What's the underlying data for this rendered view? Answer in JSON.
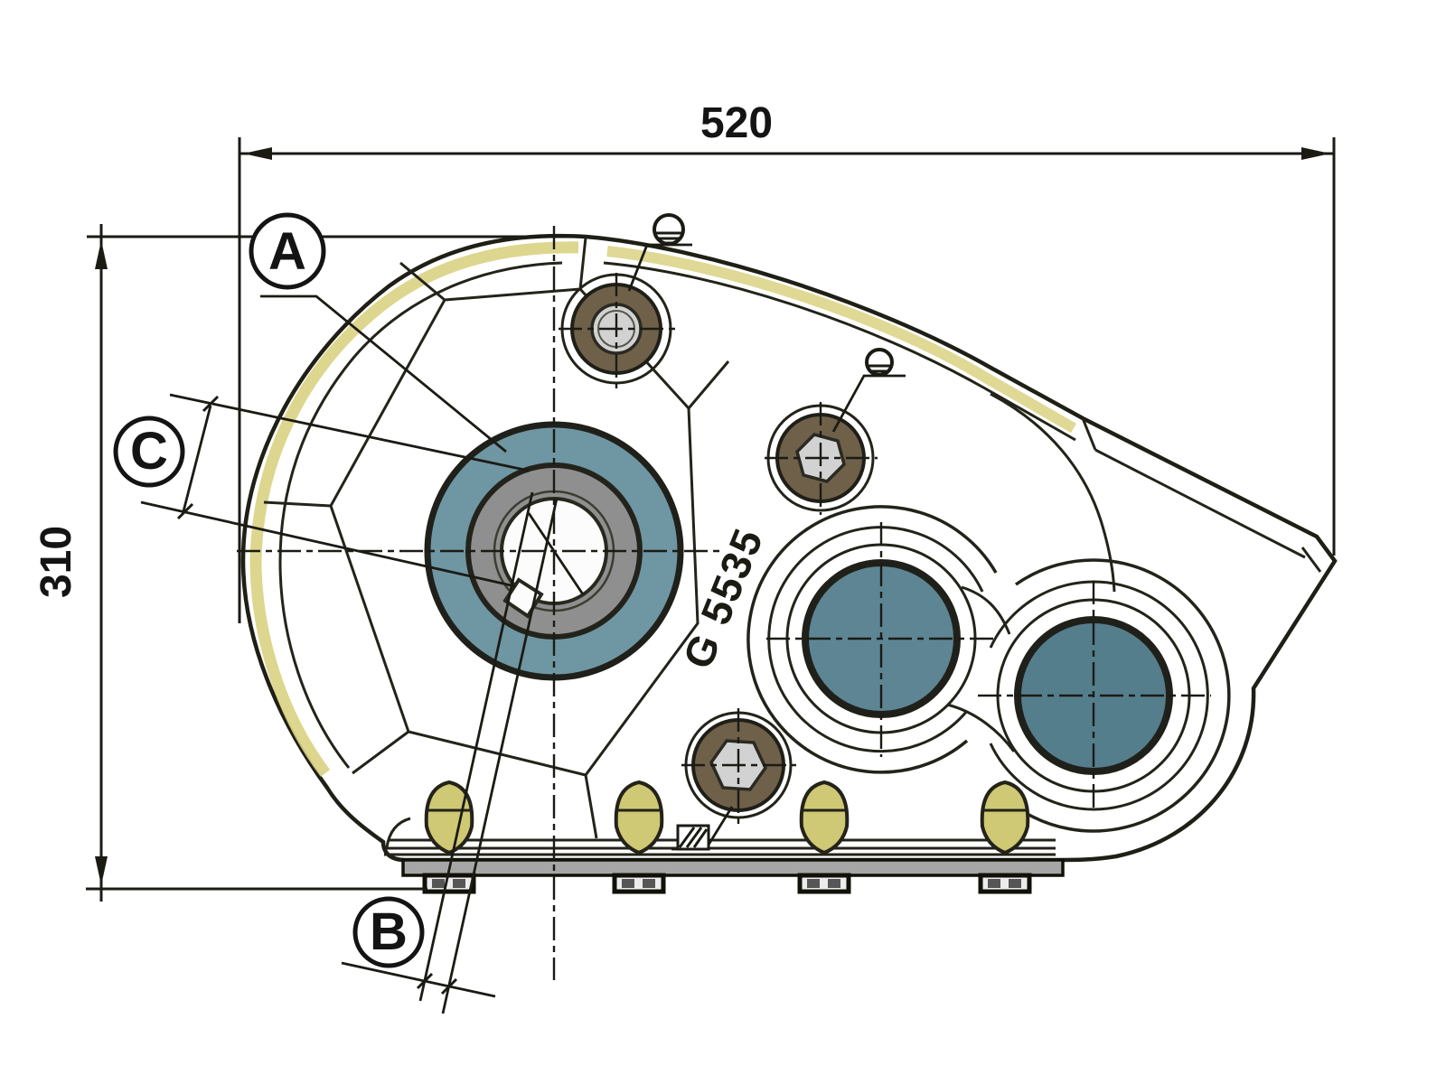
{
  "diagram": {
    "type": "technical-dimension-drawing",
    "subject": "gearbox housing side view",
    "model_label": "G 5535",
    "dim_width": "520",
    "dim_height": "310",
    "callout_a": "A",
    "callout_b": "B",
    "callout_c": "C",
    "colors": {
      "body": "#b4ab57",
      "body_light": "#d9d282",
      "boss": "#cfc874",
      "line": "#1b1b14",
      "bore_hub": "#6f96a3",
      "bore_left": "#5d8593",
      "bore_right": "#557e8d",
      "ring_gray": "#8f8f8f",
      "bore_white": "#fcfcfc",
      "metal_light": "#d2d2d2",
      "plug_brown": "#6f6049",
      "base_gray": "#a6a6a6",
      "background": "#ffffff"
    }
  }
}
